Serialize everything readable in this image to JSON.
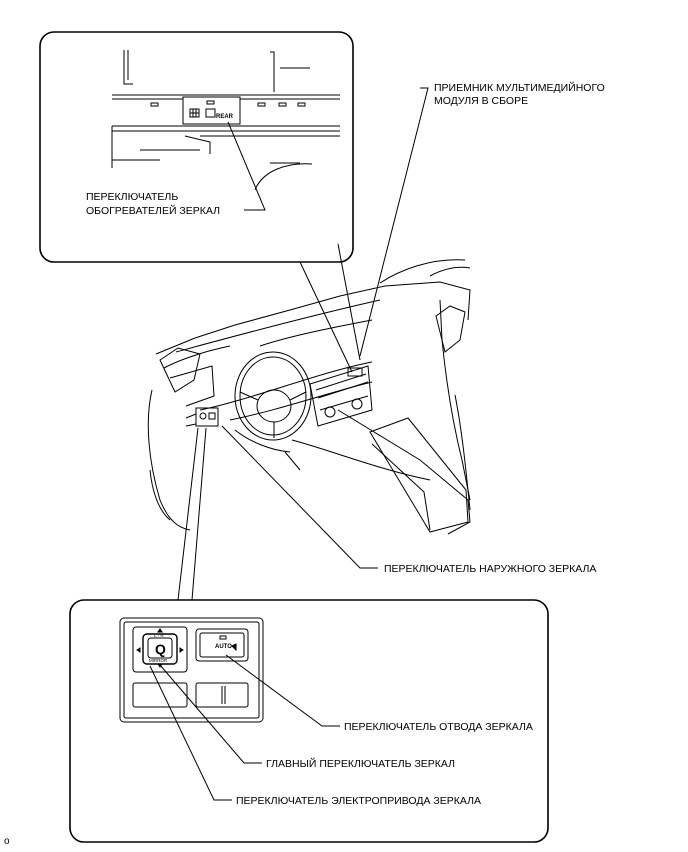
{
  "labels": {
    "multimedia_receiver_line1": "ПРИЕМНИК МУЛЬТИМЕДИЙНОГО",
    "multimedia_receiver_line2": "МОДУЛЯ В СБОРЕ",
    "mirror_heater_switch_line1": "ПЕРЕКЛЮЧАТЕЛЬ",
    "mirror_heater_switch_line2": "ОБОГРЕВАТЕЛЕЙ ЗЕРКАЛ",
    "outer_mirror_switch": "ПЕРЕКЛЮЧАТЕЛЬ НАРУЖНОГО ЗЕРКАЛА",
    "mirror_retract_switch": "ПЕРЕКЛЮЧАТЕЛЬ ОТВОДА ЗЕРКАЛА",
    "main_mirror_switch": "ГЛАВНЫЙ ПЕРЕКЛЮЧАТЕЛЬ ЗЕРКАЛ",
    "power_mirror_switch": "ПЕРЕКЛЮЧАТЕЛЬ ЭЛЕКТРОПРИВОДА ЗЕРКАЛА"
  },
  "switch_text": {
    "rear": "REAR",
    "auto": "AUTO",
    "mirror": "MIRROR",
    "q": "Q",
    "lr": "L ◦ R"
  },
  "figure_id": "o"
}
